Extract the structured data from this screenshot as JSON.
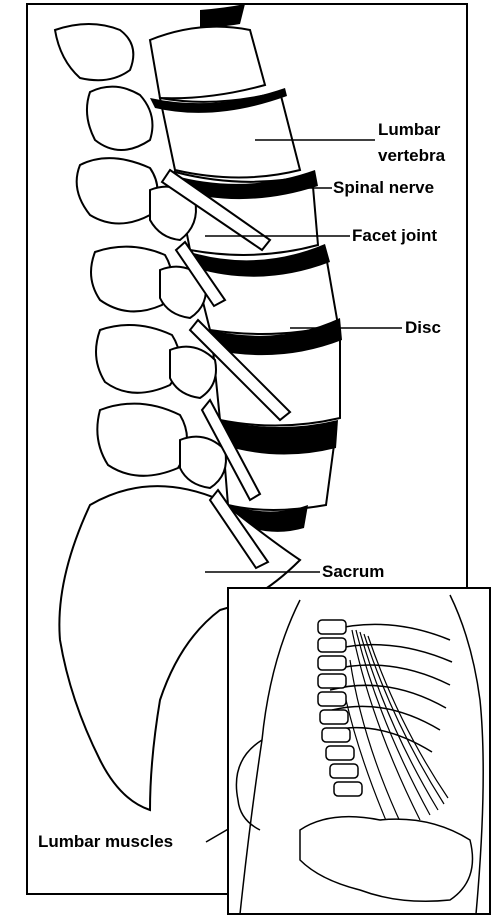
{
  "labels": {
    "lumbar_vertebra_line1": "Lumbar",
    "lumbar_vertebra_line2": "vertebra",
    "spinal_nerve": "Spinal nerve",
    "facet_joint": "Facet joint",
    "disc": "Disc",
    "sacrum": "Sacrum",
    "lumbar_muscles": "Lumbar muscles"
  },
  "colors": {
    "ink": "#000000",
    "paper": "#ffffff"
  }
}
